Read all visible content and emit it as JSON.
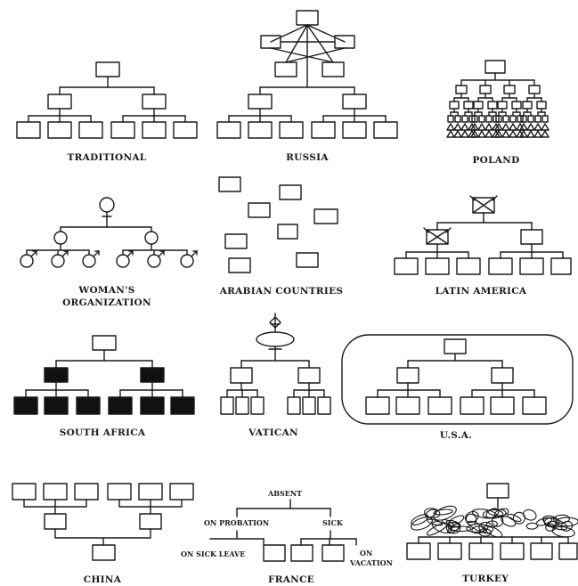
{
  "diagrams": {
    "traditional": "TRADITIONAL",
    "russia": "RUSSIA",
    "poland": "POLAND",
    "womans_org_line1": "WOMAN'S",
    "womans_org_line2": "ORGANIZATION",
    "arabian": "ARABIAN COUNTRIES",
    "latin_america": "LATIN AMERICA",
    "south_africa": "SOUTH AFRICA",
    "vatican": "VATICAN",
    "usa": "U.S.A.",
    "china": "CHINA",
    "france": "FRANCE",
    "turkey": "TURKEY"
  },
  "france_labels": {
    "absent": "ABSENT",
    "on_probation": "ON PROBATION",
    "sick": "SICK",
    "on_sick_leave": "ON SICK LEAVE",
    "on": "ON",
    "vacation": "VACATION"
  },
  "colors": {
    "ink": "#1a1a1a",
    "background": "#ffffff"
  }
}
